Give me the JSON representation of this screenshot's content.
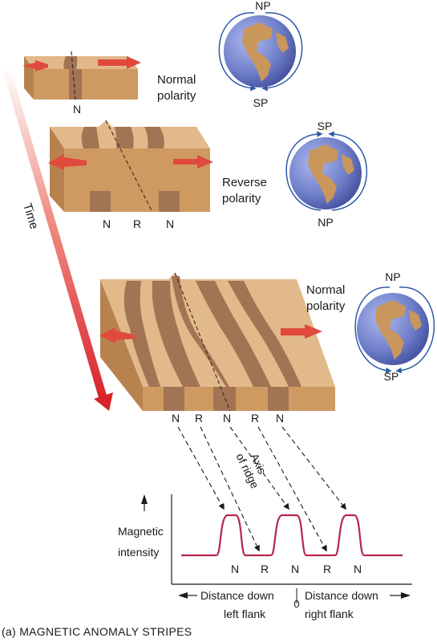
{
  "caption": "(a) MAGNETIC ANOMALY STRIPES",
  "time_label": "Time",
  "stages": [
    {
      "polarity_label": [
        "Normal",
        "polarity"
      ],
      "stripe_labels": [
        "N"
      ],
      "globe": {
        "top_pole": "NP",
        "bottom_pole": "SP"
      }
    },
    {
      "polarity_label": [
        "Reverse",
        "polarity"
      ],
      "stripe_labels": [
        "N",
        "R",
        "N"
      ],
      "globe": {
        "top_pole": "SP",
        "bottom_pole": "NP"
      }
    },
    {
      "polarity_label": [
        "Normal",
        "polarity"
      ],
      "stripe_labels": [
        "N",
        "R",
        "N",
        "R",
        "N"
      ],
      "globe": {
        "top_pole": "NP",
        "bottom_pole": "SP"
      }
    }
  ],
  "axis_of_ridge": [
    "Axis",
    "of ridge"
  ],
  "graph": {
    "ylabel": [
      "Magnetic",
      "intensity"
    ],
    "stripe_labels": [
      "N",
      "R",
      "N",
      "R",
      "N"
    ],
    "zero_label": "0",
    "left_distance": [
      "Distance down",
      "left flank"
    ],
    "right_distance": [
      "Distance down",
      "right flank"
    ]
  },
  "colors": {
    "crust_top": "#e2b98a",
    "crust_front": "#cf9a62",
    "stripe": "#a27453",
    "spread_arrow": "#e04a3c",
    "time_arrow": "#d8232a",
    "anomaly_curve": "#b5274a",
    "ocean": "#6f7fc9",
    "land": "#c9965c",
    "field_line": "#2f5aa6"
  }
}
